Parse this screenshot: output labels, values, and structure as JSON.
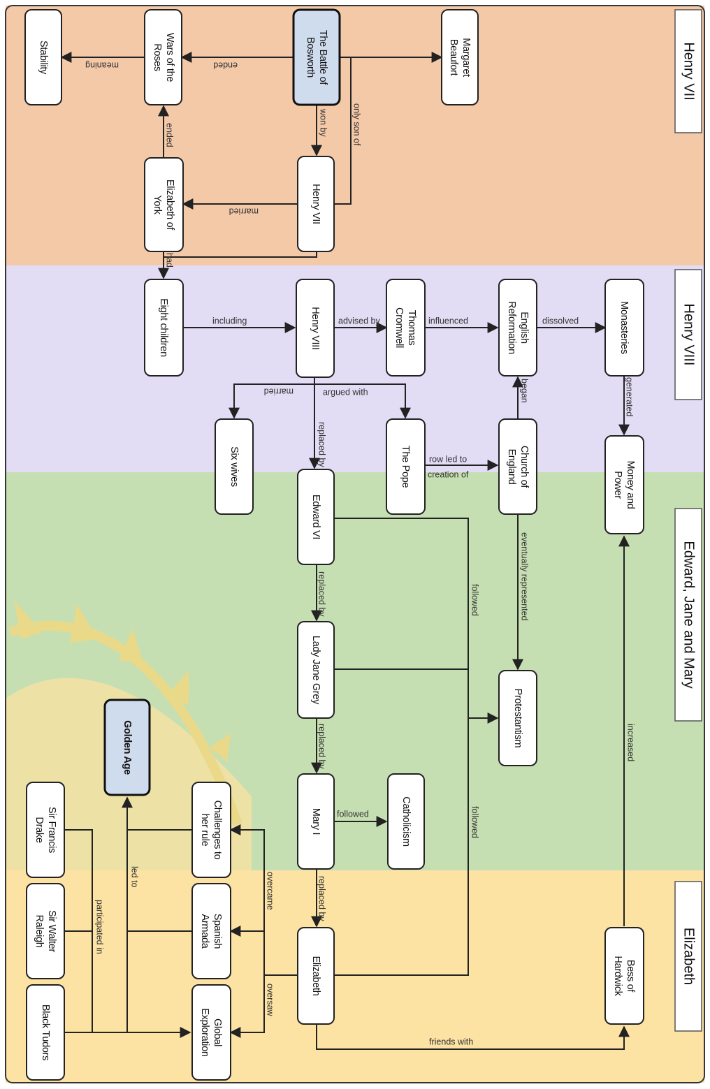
{
  "eras": [
    {
      "id": "henry7",
      "label": "Henry VII",
      "color": "#f4c9a8"
    },
    {
      "id": "henry8",
      "label": "Henry VIII",
      "color": "#e3dcf5"
    },
    {
      "id": "ejm",
      "label": "Edward, Jane and Mary",
      "color": "#c6dfb2"
    },
    {
      "id": "elizabeth",
      "label": "Elizabeth",
      "color": "#fce2a3"
    }
  ],
  "nodes": {
    "stability": {
      "lines": [
        "Stability"
      ]
    },
    "wars": {
      "lines": [
        "Wars of the",
        "Roses"
      ]
    },
    "bosworth": {
      "lines": [
        "The Battle of",
        "Bosworth"
      ],
      "highlight": true
    },
    "beaufort": {
      "lines": [
        "Margaret",
        "Beaufort"
      ]
    },
    "eyork": {
      "lines": [
        "Elizabeth of",
        "York"
      ]
    },
    "henry7": {
      "lines": [
        "Henry VII"
      ]
    },
    "eight": {
      "lines": [
        "Eight children"
      ]
    },
    "henry8": {
      "lines": [
        "Henry VIII"
      ]
    },
    "cromwell": {
      "lines": [
        "Thomas",
        "Cromwell"
      ]
    },
    "reformation": {
      "lines": [
        "English",
        "Reformation"
      ]
    },
    "monasteries": {
      "lines": [
        "Monasteries"
      ]
    },
    "sixwives": {
      "lines": [
        "Six wives"
      ]
    },
    "pope": {
      "lines": [
        "The Pope"
      ]
    },
    "coe": {
      "lines": [
        "Church of",
        "England"
      ]
    },
    "money": {
      "lines": [
        "Money and",
        "Power"
      ]
    },
    "edward": {
      "lines": [
        "Edward VI"
      ]
    },
    "jane": {
      "lines": [
        "Lady Jane Grey"
      ]
    },
    "protestantism": {
      "lines": [
        "Protestantism"
      ]
    },
    "golden": {
      "lines": [
        "Golden Age"
      ],
      "highlight": true
    },
    "mary": {
      "lines": [
        "Mary I"
      ]
    },
    "catholicism": {
      "lines": [
        "Catholicism"
      ]
    },
    "challenges": {
      "lines": [
        "Challenges to",
        "her rule"
      ]
    },
    "drake": {
      "lines": [
        "Sir Francis",
        "Drake"
      ]
    },
    "armada": {
      "lines": [
        "Spanish",
        "Armada"
      ]
    },
    "raleigh": {
      "lines": [
        "Sir Walter",
        "Raleigh"
      ]
    },
    "elizabeth": {
      "lines": [
        "Elizabeth"
      ]
    },
    "bess": {
      "lines": [
        "Bess of",
        "Hardwick"
      ]
    },
    "exploration": {
      "lines": [
        "Global",
        "Exploration"
      ]
    },
    "blacktudors": {
      "lines": [
        "Black Tudors"
      ]
    }
  },
  "edge_labels": {
    "ended": "ended",
    "meaning": "meaning",
    "ended2": "ended",
    "won_by": "won by",
    "only_son_of": "only son of",
    "married": "married",
    "had": "had",
    "including": "including",
    "advised_by": "advised by",
    "influenced": "influenced",
    "dissolved": "dissolved",
    "generated": "generated",
    "began": "began",
    "married2": "married",
    "argued_with": "argued with",
    "replaced_by": "replaced by",
    "row_led_to": "row led to",
    "creation_of": "creation of",
    "eventually_represented": "eventually represented",
    "followed": "followed",
    "replaced_by2": "replaced by",
    "replaced_by3": "replaced by",
    "followed2": "followed",
    "followed3": "followed",
    "replaced_by4": "replaced by",
    "increased": "increased",
    "overcame": "overcame",
    "oversaw": "oversaw",
    "led_to": "led to",
    "participated_in": "participated in",
    "friends_with": "friends with"
  },
  "colors": {
    "highlight_node": "#cfdcee",
    "node_fill": "#ffffff",
    "sun": "#f5d77a"
  }
}
